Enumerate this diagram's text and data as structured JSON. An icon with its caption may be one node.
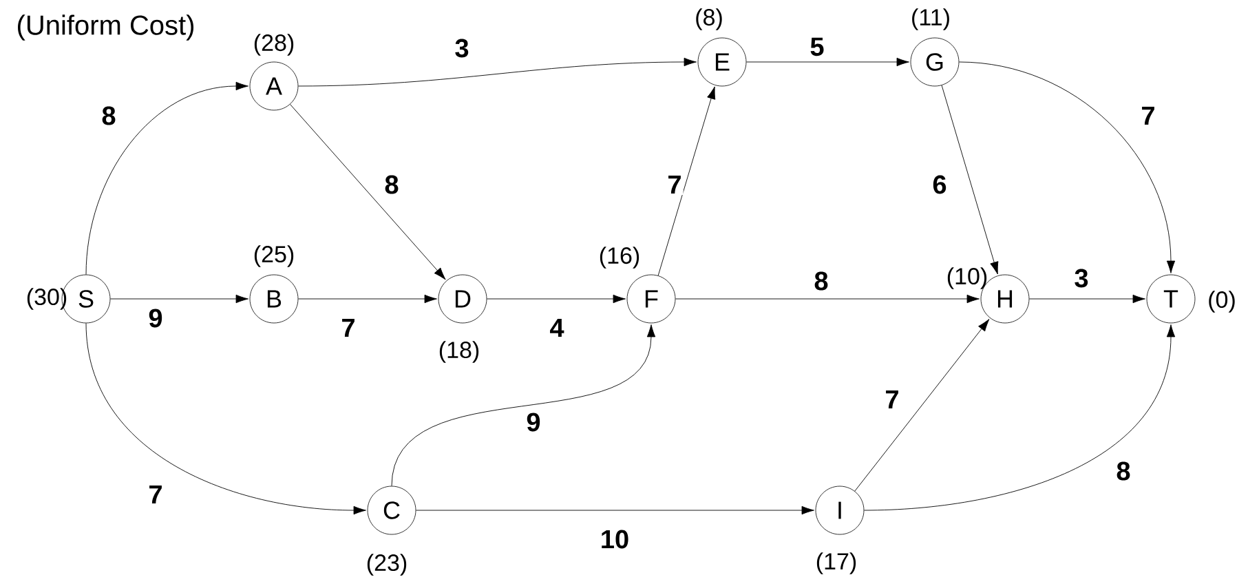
{
  "diagram": {
    "title": "(Uniform Cost)",
    "nodes": [
      {
        "text": [
          "S"
        ],
        "beside": [
          "(30)"
        ]
      },
      {
        "text": [
          "A"
        ],
        "beside": [
          "(28)"
        ]
      },
      {
        "text": [
          "B"
        ],
        "beside": [
          "(25)"
        ]
      },
      {
        "text": [
          "D"
        ],
        "beside": [
          "(18)"
        ]
      },
      {
        "text": [
          "F"
        ],
        "beside": [
          "(16)"
        ]
      },
      {
        "text": [
          "E"
        ],
        "beside": [
          "(8)"
        ]
      },
      {
        "text": [
          "G"
        ],
        "beside": [
          "(11)"
        ]
      },
      {
        "text": [
          "H"
        ],
        "beside": [
          "(10)"
        ]
      },
      {
        "text": [
          "T"
        ],
        "beside": [
          "(0)"
        ]
      },
      {
        "text": [
          "C"
        ],
        "beside": [
          "(23)"
        ]
      },
      {
        "text": [
          "I"
        ],
        "beside": [
          "(17)"
        ]
      }
    ],
    "edges": [
      {
        "from": 0,
        "to": 1,
        "arrow": "to",
        "label": "8"
      },
      {
        "from": 0,
        "to": 2,
        "arrow": "to",
        "label": "9"
      },
      {
        "from": 0,
        "to": 9,
        "arrow": "to",
        "label": "7"
      },
      {
        "from": 1,
        "to": 5,
        "arrow": "to",
        "label": "3"
      },
      {
        "from": 1,
        "to": 3,
        "arrow": "to",
        "label": "8"
      },
      {
        "from": 2,
        "to": 3,
        "arrow": "to",
        "label": "7"
      },
      {
        "from": 3,
        "to": 4,
        "arrow": "to",
        "label": "4"
      },
      {
        "from": 4,
        "to": 5,
        "arrow": "to",
        "label": "7"
      },
      {
        "from": 9,
        "to": 4,
        "arrow": "to",
        "label": "9"
      },
      {
        "from": 5,
        "to": 6,
        "arrow": "to",
        "label": "5"
      },
      {
        "from": 4,
        "to": 7,
        "arrow": "to",
        "label": "8"
      },
      {
        "from": 6,
        "to": 8,
        "arrow": "to",
        "label": "7"
      },
      {
        "from": 6,
        "to": 7,
        "arrow": "to",
        "label": "6"
      },
      {
        "from": 7,
        "to": 8,
        "arrow": "to",
        "label": "3"
      },
      {
        "from": 9,
        "to": 10,
        "arrow": "to",
        "label": "10"
      },
      {
        "from": 10,
        "to": 7,
        "arrow": "to",
        "label": "7"
      },
      {
        "from": 10,
        "to": 8,
        "arrow": "to",
        "label": "8"
      }
    ]
  }
}
